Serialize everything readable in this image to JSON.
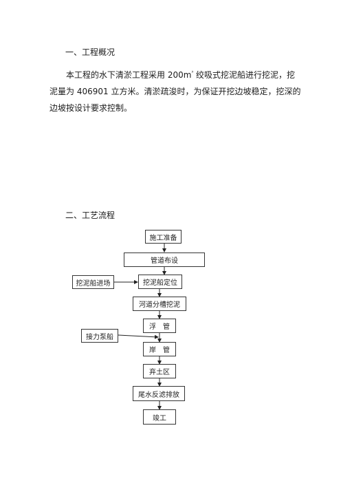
{
  "section1": {
    "heading": "一、工程概况",
    "paragraph_lines": [
      "本工程的水下清淤工程采用 200m",
      "³",
      " 绞吸式挖泥船进行挖泥，挖",
      "泥量为 406901 立方米。清淤疏浚时，为保证开挖边坡稳定，挖深的",
      "边坡按设计要求控制。"
    ]
  },
  "section2": {
    "heading": "二、工艺流程"
  },
  "flowchart": {
    "steps": [
      "施工准备",
      "管道布设",
      "挖泥船定位",
      "河道分槽挖泥",
      "浮　管",
      "岸　管",
      "弃土区",
      "尾水反滤排放",
      "竣工"
    ],
    "side_inputs": [
      "挖泥船进场",
      "接力泵船"
    ]
  }
}
